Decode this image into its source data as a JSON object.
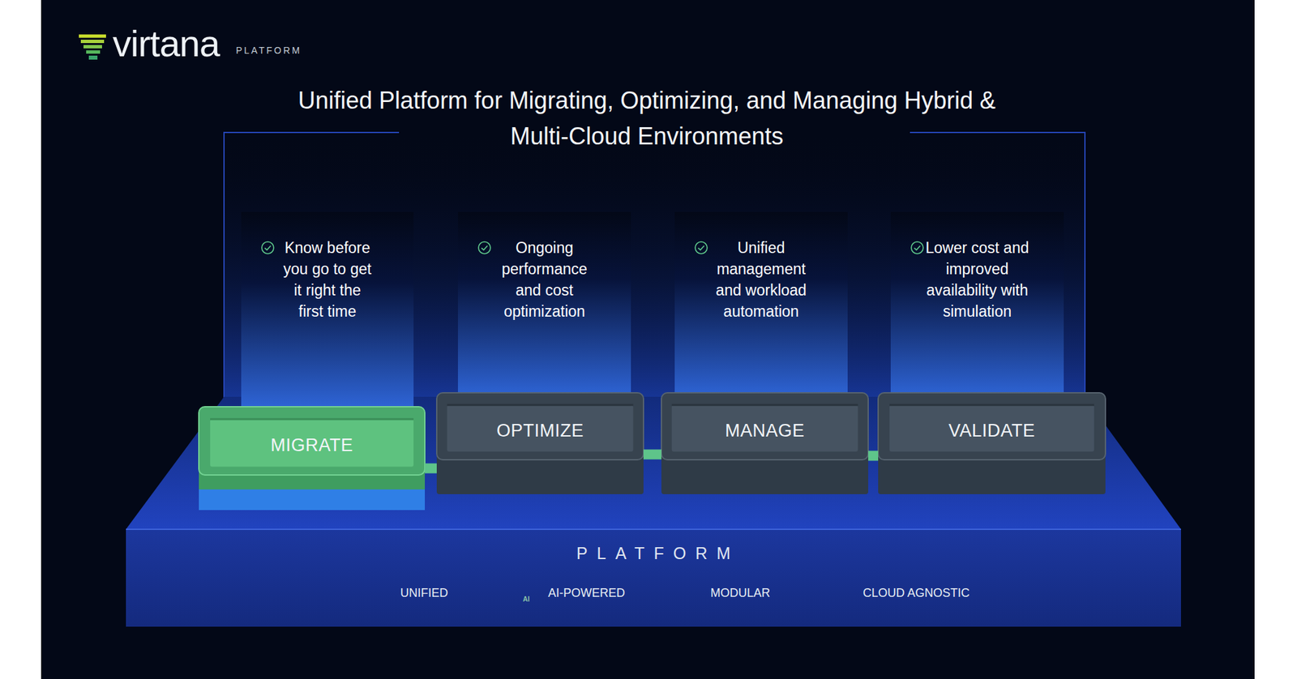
{
  "diagram": {
    "title": "Unified Platform for Migrating, Optimizing, and Managing Hybrid & Multi-Cloud Environments",
    "nodes": [
      {
        "text": [
          "PLATFORM"
        ]
      },
      {
        "text": [
          "Know before you go to get it right the first time"
        ]
      },
      {
        "text": [
          "MIGRATE"
        ],
        "in": 0
      },
      {
        "text": [
          "Ongoing performance and cost optimization"
        ]
      },
      {
        "text": [
          "OPTIMIZE"
        ],
        "in": 0
      },
      {
        "text": [
          "Unified management and workload automation"
        ]
      },
      {
        "text": [
          "MANAGE"
        ],
        "in": 0
      },
      {
        "text": [
          "Lower cost and improved availability with simulation"
        ]
      },
      {
        "text": [
          "VALIDATE"
        ],
        "in": 0
      }
    ],
    "edges": [
      {
        "from": 2,
        "to": 4,
        "arrow": "none"
      },
      {
        "from": 4,
        "to": 6,
        "arrow": "none"
      },
      {
        "from": 6,
        "to": 8,
        "arrow": "none"
      }
    ],
    "labels": [
      "virtana",
      "PLATFORM",
      "UNIFIED",
      "AI",
      "AI-POWERED",
      "MODULAR",
      "CLOUD AGNOSTIC"
    ]
  }
}
